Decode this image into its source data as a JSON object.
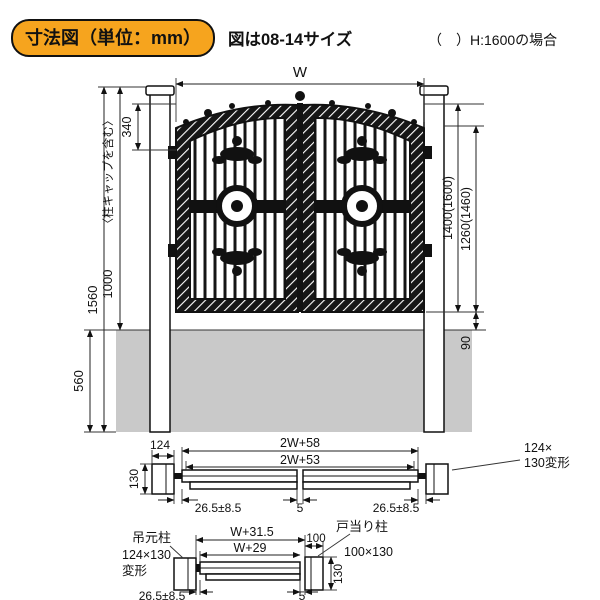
{
  "title_badge": {
    "text": "寸法図（単位：mm）"
  },
  "header": {
    "size_note": "図は08-14サイズ",
    "height_note": "（　）H:1600の場合"
  },
  "elevation": {
    "width_label": "W",
    "dim_340": "340",
    "dim_1000": "1000",
    "post_cap_note": "〈柱キャップを含む〉",
    "dim_1560": "1560",
    "dim_560": "560",
    "dim_1400": "1400(1600)",
    "dim_1260": "1260(1460)",
    "dim_90": "90"
  },
  "plan_section": {
    "dim_124": "124",
    "dim_2w_58": "2W+58",
    "dim_2w_53": "2W+53",
    "dim_130": "130",
    "dim_gap_left": "26.5±8.5",
    "dim_center_gap": "5",
    "dim_gap_right": "26.5±8.5",
    "post_size_line1": "124×",
    "post_size_line2": "130変形"
  },
  "leaf_detail": {
    "hinge_post_label": "吊元柱",
    "hinge_post_size": "124×130",
    "hinge_post_size_suffix": "変形",
    "dim_w_315": "W+31.5",
    "dim_w_29": "W+29",
    "stop_post_label": "戸当り柱",
    "dim_100": "100",
    "stop_post_size": "100×130",
    "dim_130": "130",
    "dim_gap": "26.5±8.5",
    "dim_center_gap": "5"
  },
  "colors": {
    "badge_bg": "#F6A41E",
    "ground_fill": "#C9C9C9",
    "ink": "#111111"
  }
}
